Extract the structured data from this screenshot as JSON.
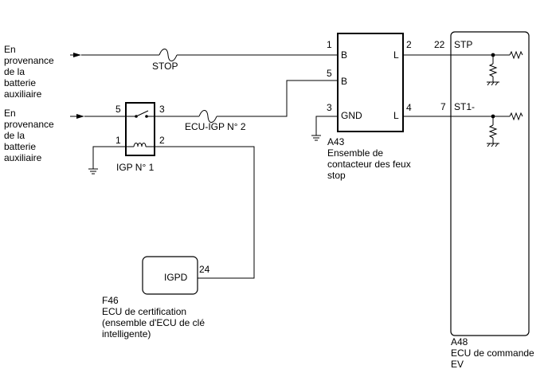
{
  "sources": [
    {
      "lines": [
        "En",
        "provenance",
        "de la",
        "batterie",
        "auxiliaire"
      ]
    },
    {
      "lines": [
        "En",
        "provenance",
        "de la",
        "batterie",
        "auxiliaire"
      ]
    }
  ],
  "fuses": {
    "stop": "STOP",
    "ecu_igp2": "ECU-IGP N° 2"
  },
  "relay": {
    "name": "IGP N° 1",
    "pins": {
      "p5": "5",
      "p3": "3",
      "p1": "1",
      "p2": "2"
    }
  },
  "a43": {
    "code": "A43",
    "name_lines": [
      "Ensemble de",
      "contacteur des feux",
      "stop"
    ],
    "pins": {
      "p1": "1",
      "p5": "5",
      "p3": "3",
      "p2": "2",
      "p4": "4"
    },
    "labels": {
      "b1": "B",
      "b2": "B",
      "gnd": "GND",
      "l1": "L",
      "l2": "L"
    }
  },
  "a48": {
    "code": "A48",
    "name_lines": [
      "ECU de commande",
      "EV"
    ],
    "pins": {
      "p22": "22",
      "p7": "7"
    },
    "labels": {
      "stp": "STP",
      "st1": "ST1-"
    }
  },
  "f46": {
    "code": "F46",
    "name_lines": [
      "ECU de certification",
      "(ensemble d'ECU de clé",
      "intelligente)"
    ],
    "pin": "24",
    "label": "IGPD"
  }
}
